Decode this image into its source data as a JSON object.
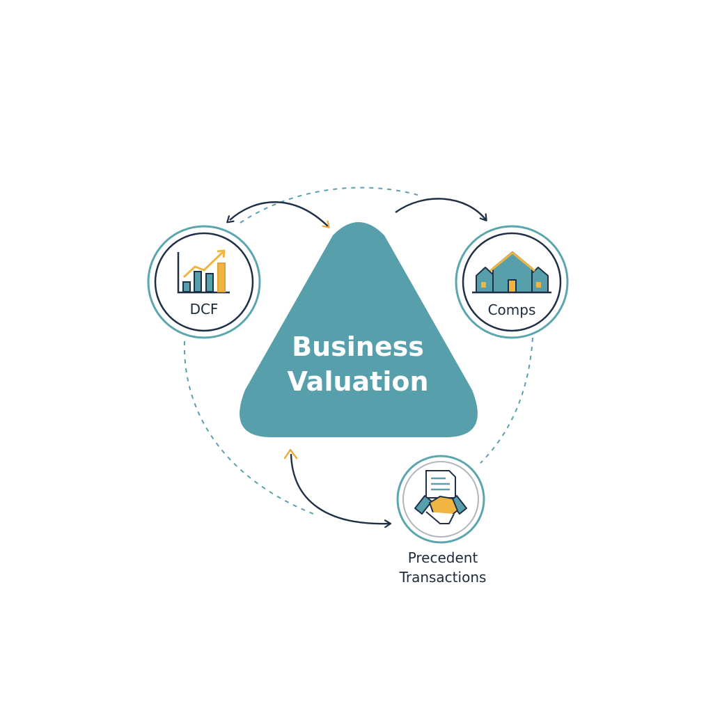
{
  "diagram": {
    "center": {
      "line1": "Business",
      "line2": "Valuation"
    },
    "nodes": {
      "dcf": {
        "label": "DCF",
        "icon": "bar-chart-growth-icon"
      },
      "comps": {
        "label": "Comps",
        "icon": "houses-icon"
      },
      "precedent": {
        "line1": "Precedent",
        "line2": "Transactions",
        "icons": [
          "document-icon",
          "handshake-icon"
        ]
      }
    },
    "colors": {
      "teal": "#579fab",
      "ring": "#5aa5ae",
      "navy": "#1f2f45",
      "gold": "#f0b541",
      "dashed": "#5a9fb0"
    }
  }
}
